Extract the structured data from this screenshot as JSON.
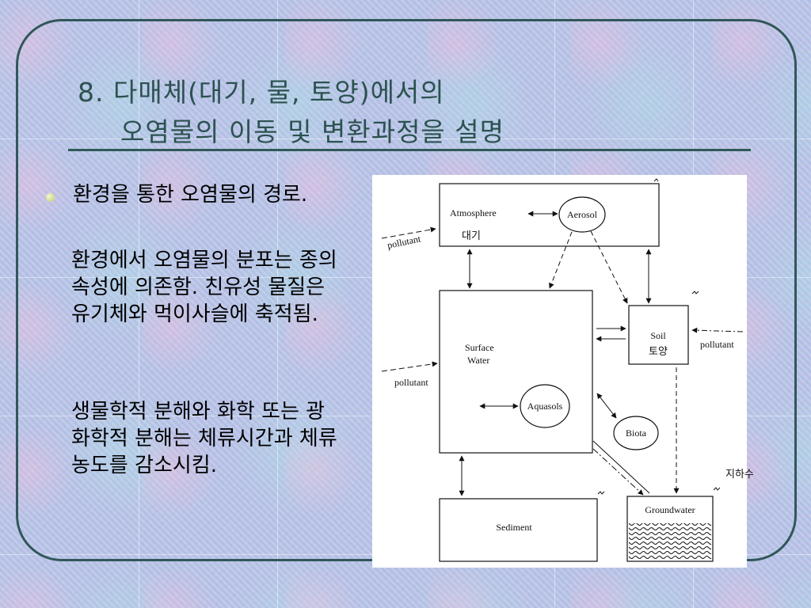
{
  "slide": {
    "title_line1": "8. 다매체(대기, 물, 토양)에서의",
    "title_line2": "오염물의 이동 및 변환과정을 설명",
    "bullet1": "환경을 통한 오염물의 경로.",
    "para2": "환경에서 오염물의 분포는 종의 속성에 의존함. 친유성 물질은 유기체와 먹이사슬에 축적됨.",
    "para3": "생물학적 분해와 화학 또는 광화학적 분해는 체류시간과 체류농도를 감소시킴."
  },
  "diagram": {
    "atmosphere": "Atmosphere",
    "aerosol": "Aerosol",
    "air_ko": "대기",
    "pollutant": "pollutant",
    "surface_water_line1": "Surface",
    "surface_water_line2": "Water",
    "aquasols": "Aquasols",
    "soil": "Soil",
    "soil_ko": "토양",
    "biota": "Biota",
    "groundwater": "Groundwater",
    "groundwater_ko": "지하수",
    "sediment": "Sediment"
  },
  "colors": {
    "frame": "#31575a",
    "title": "#2c5250",
    "bullet": "#d6dc97"
  }
}
